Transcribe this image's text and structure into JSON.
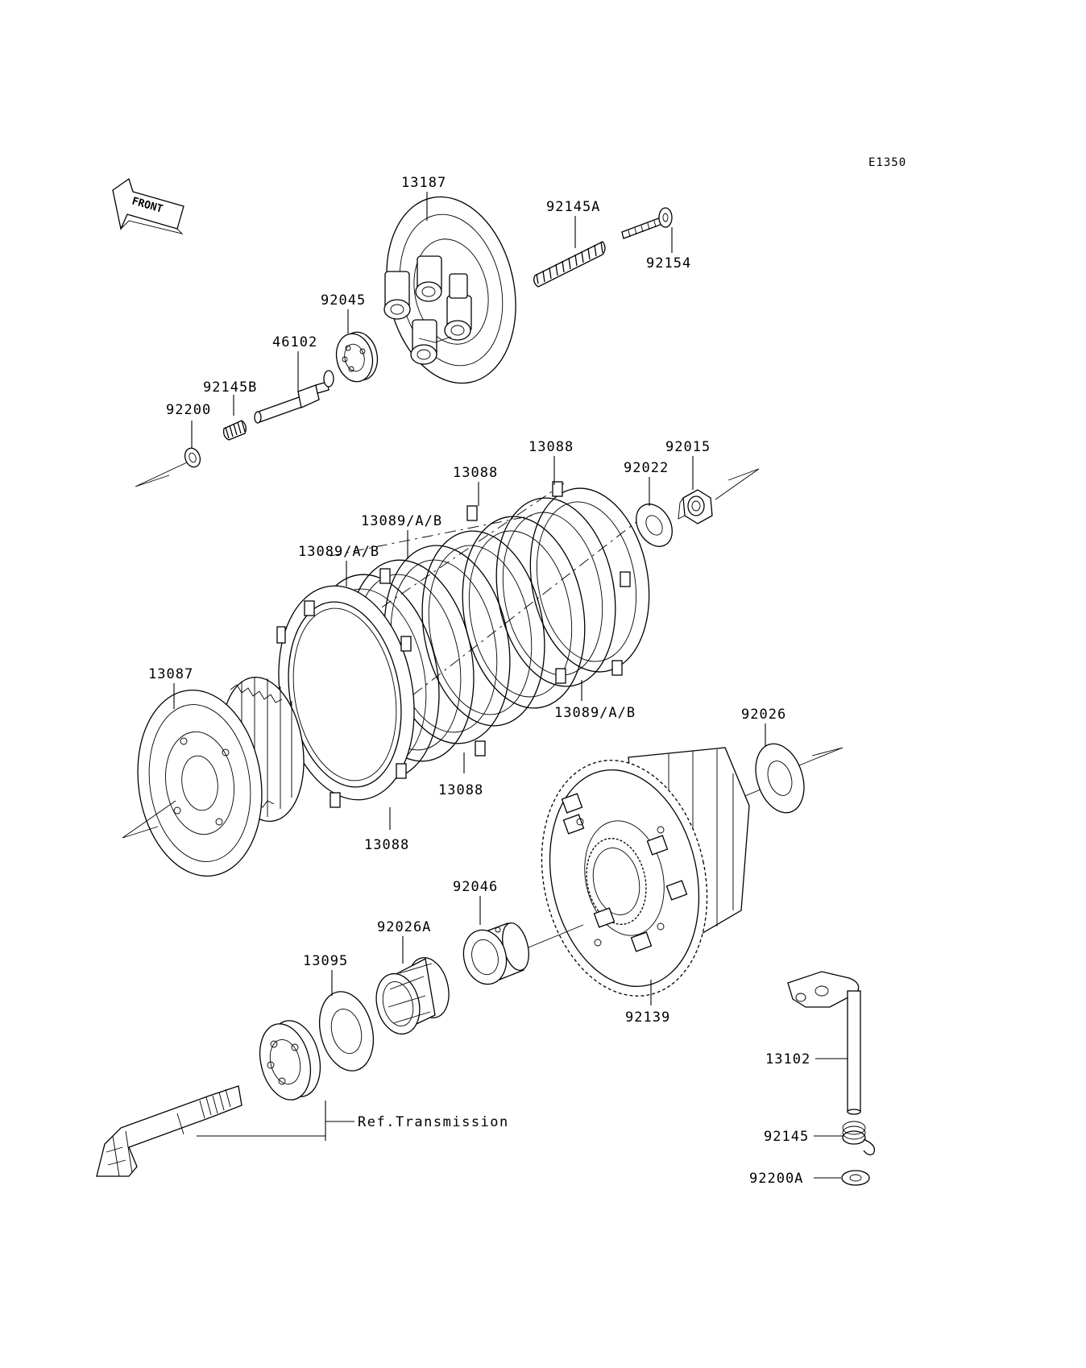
{
  "diagram_code": "E1350",
  "front_arrow_label": "FRONT",
  "parts": [
    {
      "id": "p13187",
      "number": "13187"
    },
    {
      "id": "p92145A",
      "number": "92145A"
    },
    {
      "id": "p92154",
      "number": "92154"
    },
    {
      "id": "p92045",
      "number": "92045"
    },
    {
      "id": "p46102",
      "number": "46102"
    },
    {
      "id": "p92145B",
      "number": "92145B"
    },
    {
      "id": "p92200",
      "number": "92200"
    },
    {
      "id": "p13088a",
      "number": "13088"
    },
    {
      "id": "p13088b",
      "number": "13088"
    },
    {
      "id": "p92022",
      "number": "92022"
    },
    {
      "id": "p92015",
      "number": "92015"
    },
    {
      "id": "p13089a",
      "number": "13089/A/B"
    },
    {
      "id": "p13089b",
      "number": "13089/A/B"
    },
    {
      "id": "p13087",
      "number": "13087"
    },
    {
      "id": "p13089c",
      "number": "13089/A/B"
    },
    {
      "id": "p92026",
      "number": "92026"
    },
    {
      "id": "p13088c",
      "number": "13088"
    },
    {
      "id": "p13088d",
      "number": "13088"
    },
    {
      "id": "p92139",
      "number": "92139"
    },
    {
      "id": "p92046",
      "number": "92046"
    },
    {
      "id": "p92026A",
      "number": "92026A"
    },
    {
      "id": "p13095",
      "number": "13095"
    },
    {
      "id": "p13102",
      "number": "13102"
    },
    {
      "id": "p92145",
      "number": "92145"
    },
    {
      "id": "p92200A",
      "number": "92200A"
    }
  ],
  "reference_note": "Ref.Transmission"
}
